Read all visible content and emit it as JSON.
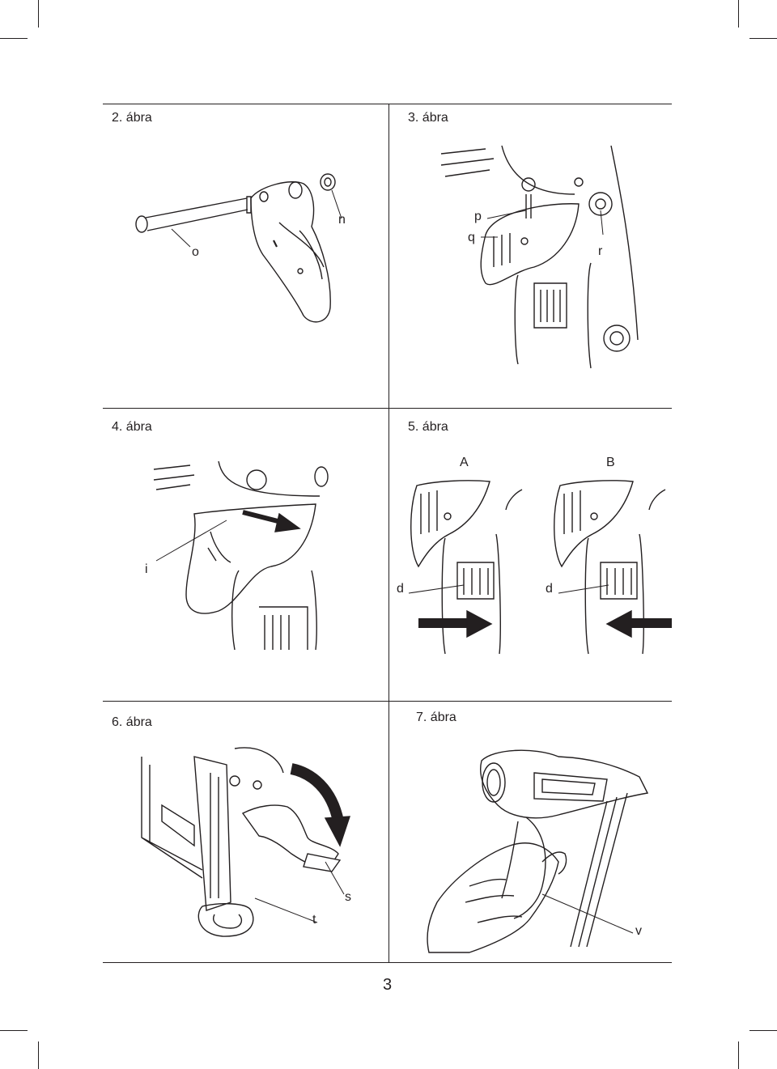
{
  "figures": [
    {
      "caption": "2. ábra",
      "callouts": [
        "o",
        "n"
      ]
    },
    {
      "caption": "3. ábra",
      "callouts": [
        "p",
        "q",
        "r"
      ]
    },
    {
      "caption": "4. ábra",
      "callouts": [
        "i"
      ]
    },
    {
      "caption": "5. ábra",
      "panels": [
        "A",
        "B"
      ],
      "callouts": [
        "d",
        "d"
      ]
    },
    {
      "caption": "6. ábra",
      "callouts": [
        "t",
        "s"
      ]
    },
    {
      "caption": "7. ábra",
      "callouts": [
        "v"
      ]
    }
  ],
  "page_number": "3"
}
